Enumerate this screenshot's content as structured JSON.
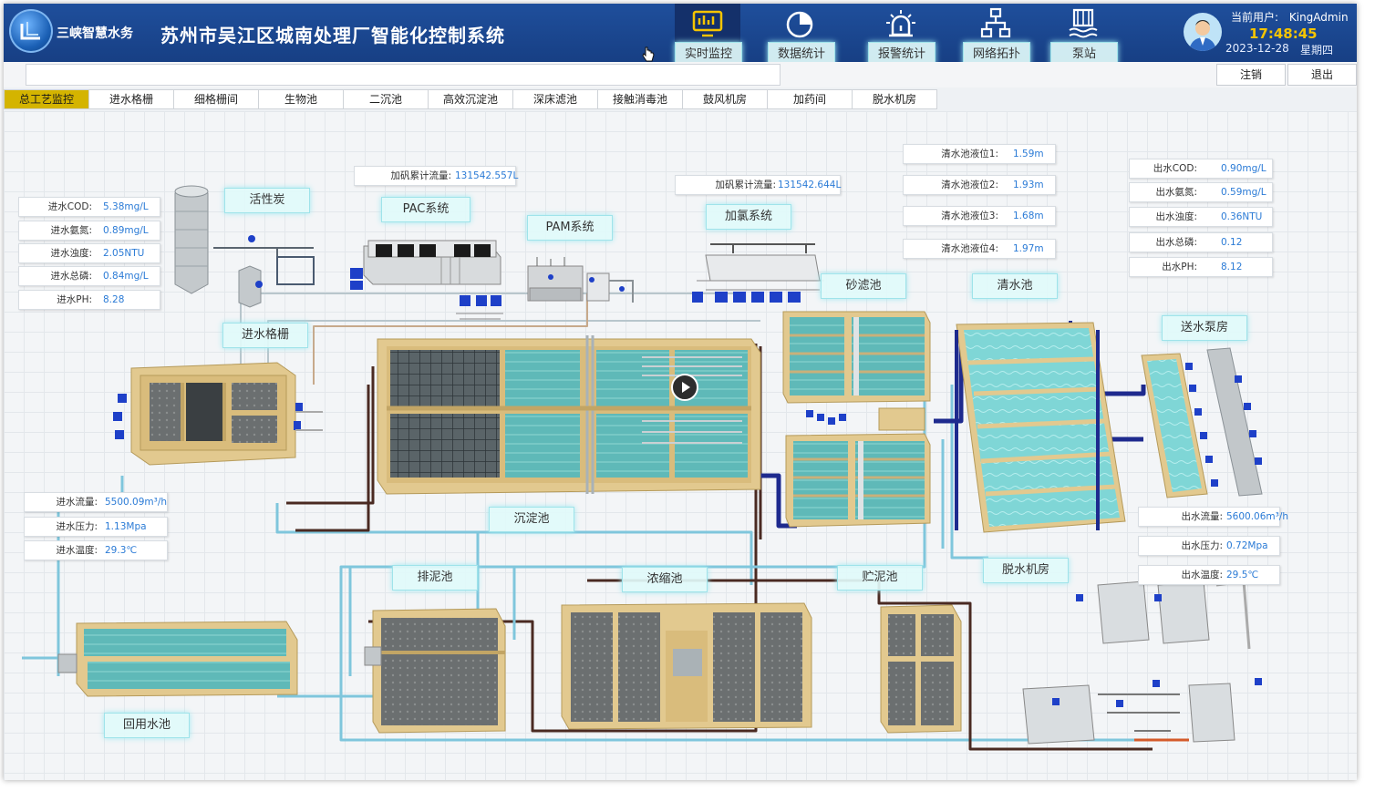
{
  "header": {
    "brand": "三峡智慧水务",
    "title": "苏州市吴江区城南处理厂智能化控制系统",
    "nav": [
      {
        "label": "实时监控",
        "icon": "monitor-icon",
        "active": true
      },
      {
        "label": "数据统计",
        "icon": "pie-chart-icon",
        "active": false
      },
      {
        "label": "报警统计",
        "icon": "alarm-icon",
        "active": false
      },
      {
        "label": "网络拓扑",
        "icon": "topology-icon",
        "active": false
      },
      {
        "label": "泵站",
        "icon": "pump-station-icon",
        "active": false
      }
    ],
    "user_label": "当前用户:",
    "user_name": "KingAdmin",
    "time": "17:48:45",
    "date": "2023-12-28",
    "weekday": "星期四"
  },
  "toolbar": {
    "logout": "注销",
    "exit": "退出"
  },
  "tabs": [
    "总工艺监控",
    "进水格栅",
    "细格栅间",
    "生物池",
    "二沉池",
    "高效沉淀池",
    "深床滤池",
    "接触消毒池",
    "鼓风机房",
    "加药间",
    "脱水机房"
  ],
  "inlet_quality": [
    {
      "label": "进水COD:",
      "value": "5.38mg/L"
    },
    {
      "label": "进水氨氮:",
      "value": "0.89mg/L"
    },
    {
      "label": "进水浊度:",
      "value": "2.05NTU"
    },
    {
      "label": "进水总磷:",
      "value": "0.84mg/L"
    },
    {
      "label": "进水PH:",
      "value": "8.28"
    }
  ],
  "inlet_flow": [
    {
      "label": "进水流量:",
      "value": "5500.09m³/h"
    },
    {
      "label": "进水压力:",
      "value": "1.13Mpa"
    },
    {
      "label": "进水温度:",
      "value": "29.3℃"
    }
  ],
  "pac_flow": {
    "label": "加矾累计流量:",
    "value": "131542.557L"
  },
  "chlorine_flow": {
    "label": "加矾累计流量:",
    "value": "131542.644L"
  },
  "clear_levels": [
    {
      "label": "清水池液位1:",
      "value": "1.59m"
    },
    {
      "label": "清水池液位2:",
      "value": "1.93m"
    },
    {
      "label": "清水池液位3:",
      "value": "1.68m"
    },
    {
      "label": "清水池液位4:",
      "value": "1.97m"
    }
  ],
  "outlet_quality": [
    {
      "label": "出水COD:",
      "value": "0.90mg/L"
    },
    {
      "label": "出水氨氮:",
      "value": "0.59mg/L"
    },
    {
      "label": "出水浊度:",
      "value": "0.36NTU"
    },
    {
      "label": "出水总磷:",
      "value": "0.12"
    },
    {
      "label": "出水PH:",
      "value": "8.12"
    }
  ],
  "outlet_flow": [
    {
      "label": "出水流量:",
      "value": "5600.06m³/h"
    },
    {
      "label": "出水压力:",
      "value": "0.72Mpa"
    },
    {
      "label": "出水温度:",
      "value": "29.5℃"
    }
  ],
  "labels": {
    "activated_carbon": "活性炭",
    "pac": "PAC系统",
    "pam": "PAM系统",
    "chlorine": "加氯系统",
    "sand_filter": "砂滤池",
    "clear_pool": "清水池",
    "pump_house": "送水泵房",
    "inlet_screen": "进水格栅",
    "sedimentation": "沉淀池",
    "sludge_drain": "排泥池",
    "thickener": "浓缩池",
    "sludge_store": "贮泥池",
    "dewatering": "脱水机房",
    "reuse_pool": "回用水池"
  }
}
